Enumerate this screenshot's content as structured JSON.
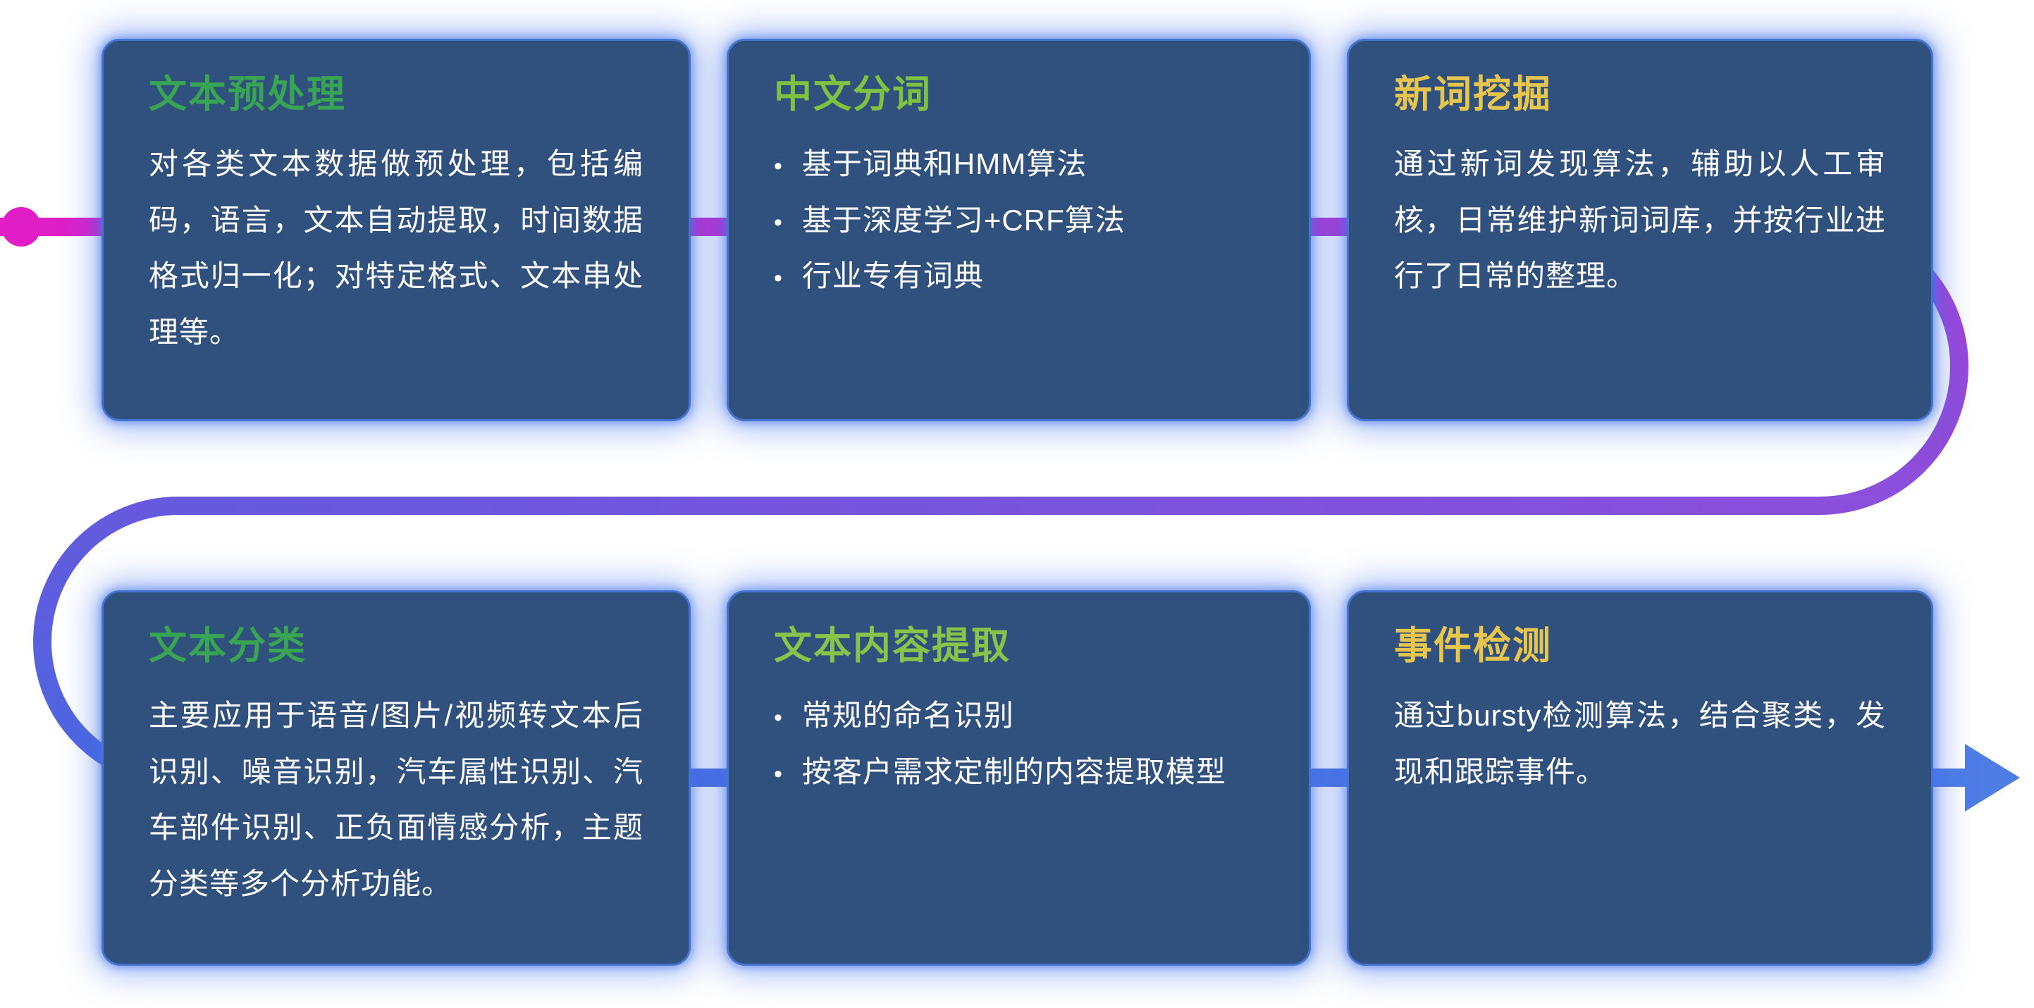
{
  "ui": {
    "bullet_glyph": "•",
    "background_color": "#ffffff",
    "card_background": "#30507e",
    "card_border_glow": "#4673cf",
    "body_text_color": "#ffffff"
  },
  "pipeline": {
    "dot_color": "#e01ec6",
    "row1_gradient": {
      "from": "#e01ec6",
      "to": "#a63fd6"
    },
    "right_curve_gradient": {
      "from": "#a63fd6",
      "to": "#8a50dc"
    },
    "middle_gradient": {
      "from": "#8a50dc",
      "to": "#6659de"
    },
    "left_curve_gradient": {
      "from": "#6659de",
      "to": "#4b68e0"
    },
    "row2_gradient": {
      "from": "#4b68e0",
      "to": "#4f7de6"
    },
    "arrow_color": "#4f7de6"
  },
  "cards": [
    {
      "title": "文本预处理",
      "title_color": "#38a552",
      "type": "paragraph",
      "body": "对各类文本数据做预处理，包括编码，语言，文本自动提取，时间数据格式归一化；对特定格式、文本串处理等。"
    },
    {
      "title": "中文分词",
      "title_color": "#7fc242",
      "type": "bullets",
      "bullets": [
        "基于词典和HMM算法",
        "基于深度学习+CRF算法",
        "行业专有词典"
      ]
    },
    {
      "title": "新词挖掘",
      "title_color": "#e8c64d",
      "type": "paragraph",
      "body": "通过新词发现算法，辅助以人工审核，日常维护新词词库，并按行业进行了日常的整理。"
    },
    {
      "title": "文本分类",
      "title_color": "#38a552",
      "type": "paragraph",
      "body": "主要应用于语音/图片/视频转文本后识别、噪音识别，汽车属性识别、汽车部件识别、正负面情感分析，主题分类等多个分析功能。"
    },
    {
      "title": "文本内容提取",
      "title_color": "#8ac34a",
      "type": "bullets",
      "bullets": [
        "常规的命名识别",
        "按客户需求定制的内容提取模型"
      ]
    },
    {
      "title": "事件检测",
      "title_color": "#e8c64d",
      "type": "paragraph",
      "body": "通过bursty检测算法，结合聚类，发现和跟踪事件。"
    }
  ]
}
